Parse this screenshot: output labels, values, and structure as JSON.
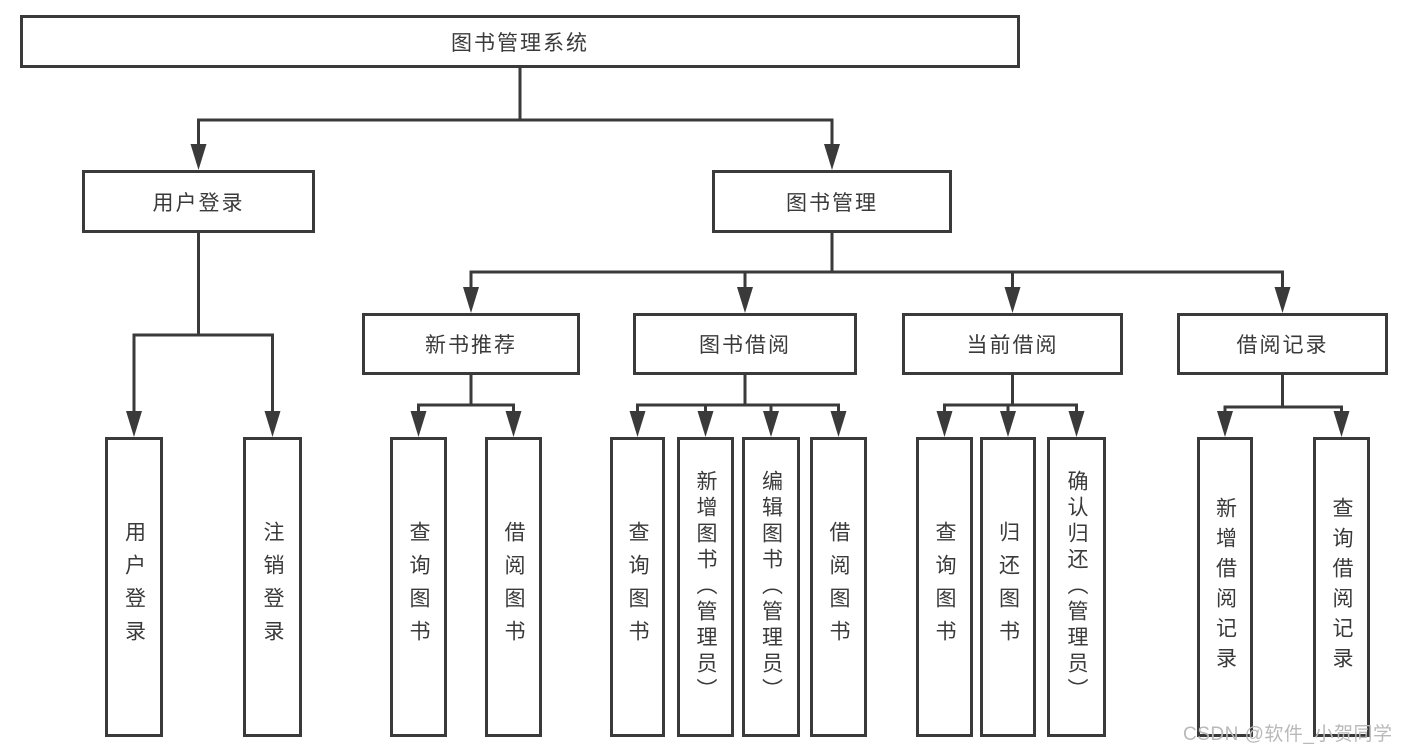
{
  "watermark": "CSDN @软件_小贺同学",
  "colors": {
    "line": "#3a3a3a",
    "text": "#3a3a3a",
    "watermark": "#b9b9b9",
    "background": "#ffffff"
  },
  "tree": {
    "label": "图书管理系统",
    "children": [
      {
        "label": "用户登录",
        "children": [
          {
            "label": "用户登录"
          },
          {
            "label": "注销登录"
          }
        ]
      },
      {
        "label": "图书管理",
        "children": [
          {
            "label": "新书推荐",
            "children": [
              {
                "label": "查询图书"
              },
              {
                "label": "借阅图书"
              }
            ]
          },
          {
            "label": "图书借阅",
            "children": [
              {
                "label": "查询图书"
              },
              {
                "label": "新增图书（管理员）"
              },
              {
                "label": "编辑图书（管理员）"
              },
              {
                "label": "借阅图书"
              }
            ]
          },
          {
            "label": "当前借阅",
            "children": [
              {
                "label": "查询图书"
              },
              {
                "label": "归还图书"
              },
              {
                "label": "确认归还（管理员）"
              }
            ]
          },
          {
            "label": "借阅记录",
            "children": [
              {
                "label": "新增借阅记录"
              },
              {
                "label": "查询借阅记录"
              }
            ]
          }
        ]
      }
    ]
  }
}
